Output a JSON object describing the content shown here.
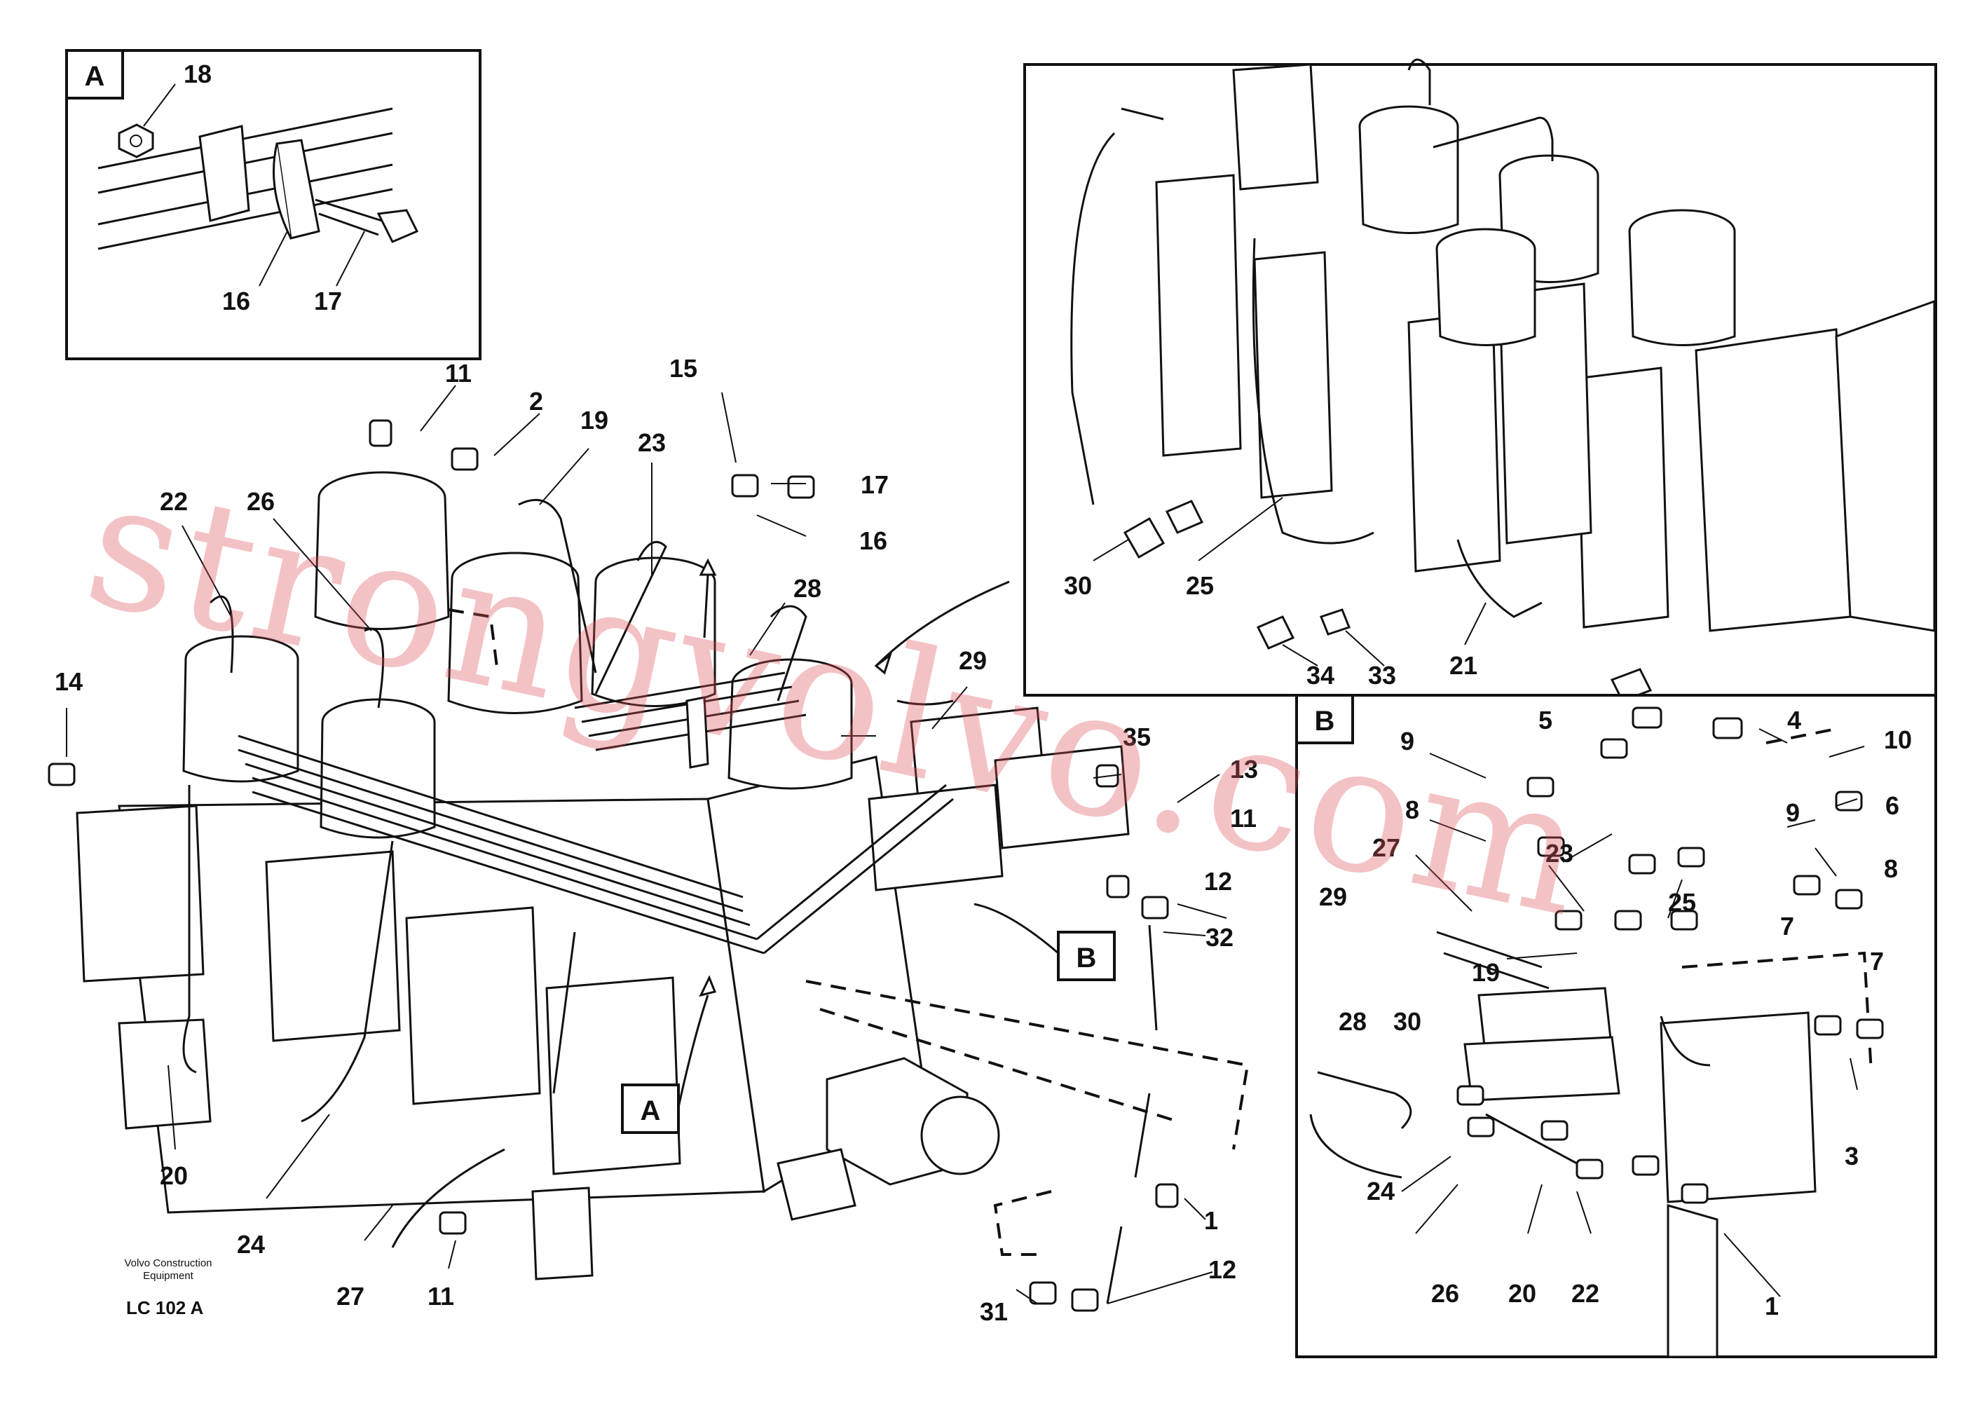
{
  "inset_a": {
    "badge": "A",
    "callouts": [
      "18",
      "16",
      "17"
    ]
  },
  "inset_b": {
    "callouts": [
      "30",
      "25",
      "34",
      "33",
      "21"
    ]
  },
  "inset_c": {
    "badge": "B",
    "callouts": [
      "9",
      "5",
      "4",
      "10",
      "8",
      "27",
      "23",
      "6",
      "29",
      "25",
      "9",
      "8",
      "7",
      "7",
      "19",
      "28",
      "30",
      "3",
      "24",
      "26",
      "20",
      "22",
      "1"
    ]
  },
  "main": {
    "callouts": [
      "11",
      "2",
      "19",
      "23",
      "15",
      "17",
      "16",
      "22",
      "26",
      "28",
      "29",
      "14",
      "35",
      "13",
      "11",
      "12",
      "32",
      "20",
      "24",
      "27",
      "11",
      "1",
      "31",
      "12"
    ],
    "view_a_label": "A",
    "view_b_label": "B"
  },
  "footer": {
    "line1": "Volvo Construction",
    "line2": "Equipment",
    "code": "LC 102  A"
  },
  "watermark": "strongvolvo.com"
}
